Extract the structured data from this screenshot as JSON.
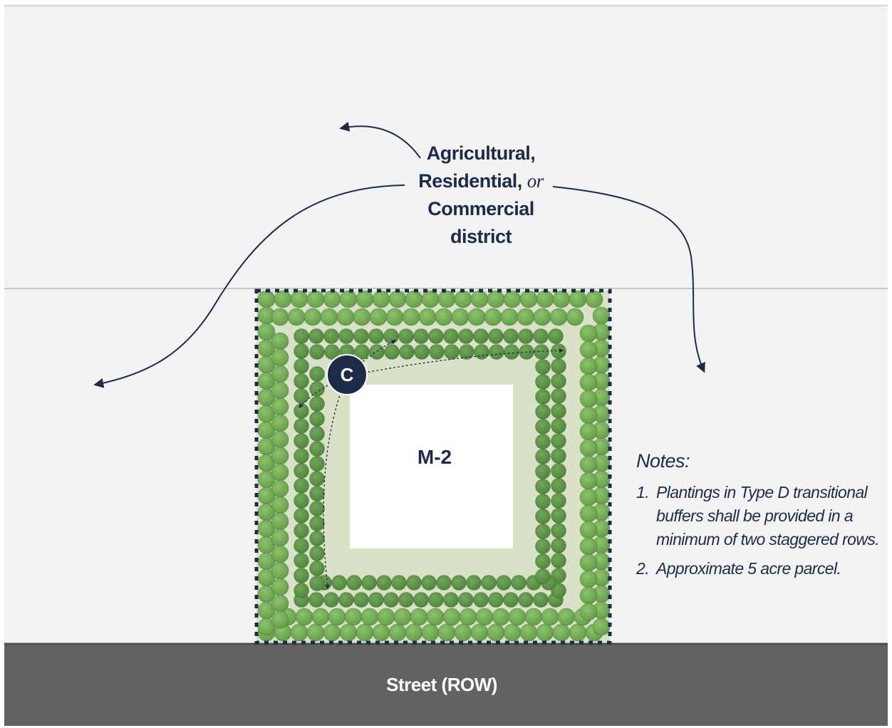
{
  "district_label": {
    "line1": "Agricultural,",
    "line2": "Residential,",
    "or": "or",
    "line3": "Commercial",
    "line4": "district"
  },
  "zone_label": "M-2",
  "badge": "C",
  "street_label": "Street (ROW)",
  "notes": {
    "title": "Notes:",
    "items": [
      {
        "num": "1.",
        "text": "Plantings in Type D transitional buffers shall be provided in a minimum of two staggered rows."
      },
      {
        "num": "2.",
        "text": "Approximate 5 acre parcel."
      }
    ]
  },
  "colors": {
    "background": "#f3f3f3",
    "street": "#626262",
    "navy": "#1c2c48",
    "tree_outer": "#76ad5a",
    "tree_inner": "#5e9448",
    "buffer_ground": "#d9e2c6"
  }
}
